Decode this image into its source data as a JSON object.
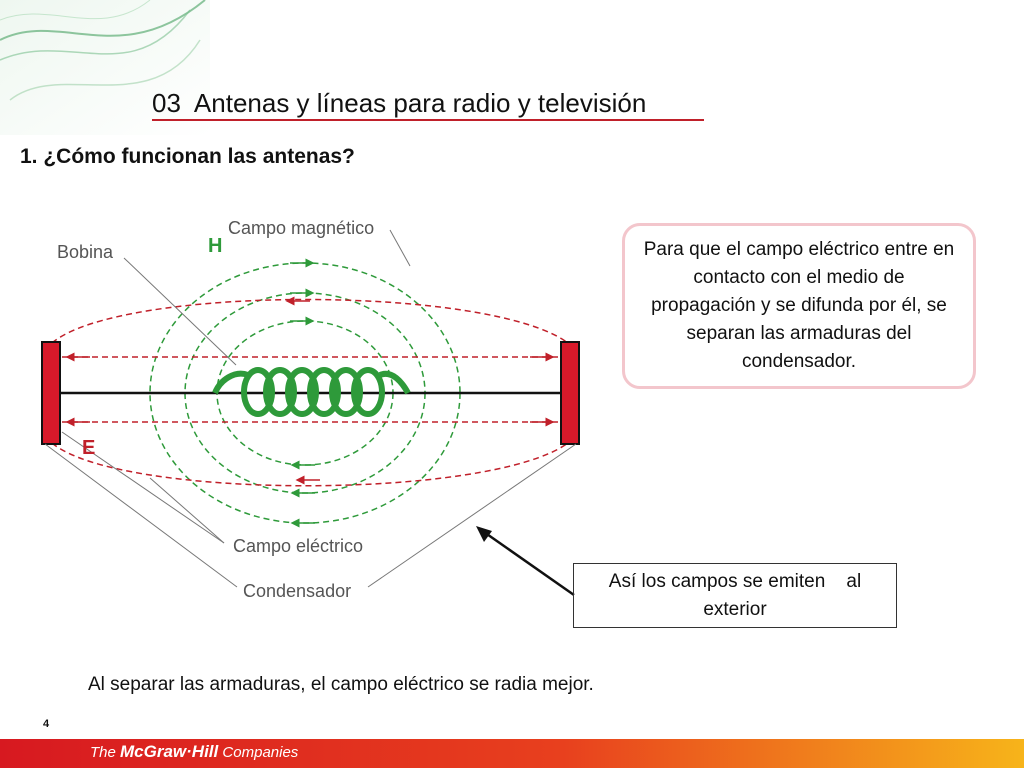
{
  "slide": {
    "title": "03  Antenas y líneas para radio y televisión",
    "subtitle": "1. ¿Cómo funcionan las antenas?",
    "page_number": "4"
  },
  "diagram": {
    "labels": {
      "coil": "Bobina",
      "magnetic_field": "Campo magnético",
      "h_symbol": "H",
      "e_symbol": "E",
      "electric_field": "Campo eléctrico",
      "capacitor": "Condensador"
    },
    "colors": {
      "magnetic": "#2e9a3a",
      "electric": "#c0202a",
      "plate": "#d7192a",
      "coil": "#2e9a3a"
    }
  },
  "notes": {
    "separation": "Para que el campo eléctrico entre en contacto con el medio de propagación y se difunda por él, se separan las armaduras del condensador.",
    "emission": "Así los campos se emiten    al exterior",
    "footer": "Al separar las armaduras, el campo eléctrico se radia mejor."
  },
  "footer": {
    "brand_prefix": "The ",
    "brand_name": "McGraw·Hill",
    "brand_suffix": " Companies"
  }
}
